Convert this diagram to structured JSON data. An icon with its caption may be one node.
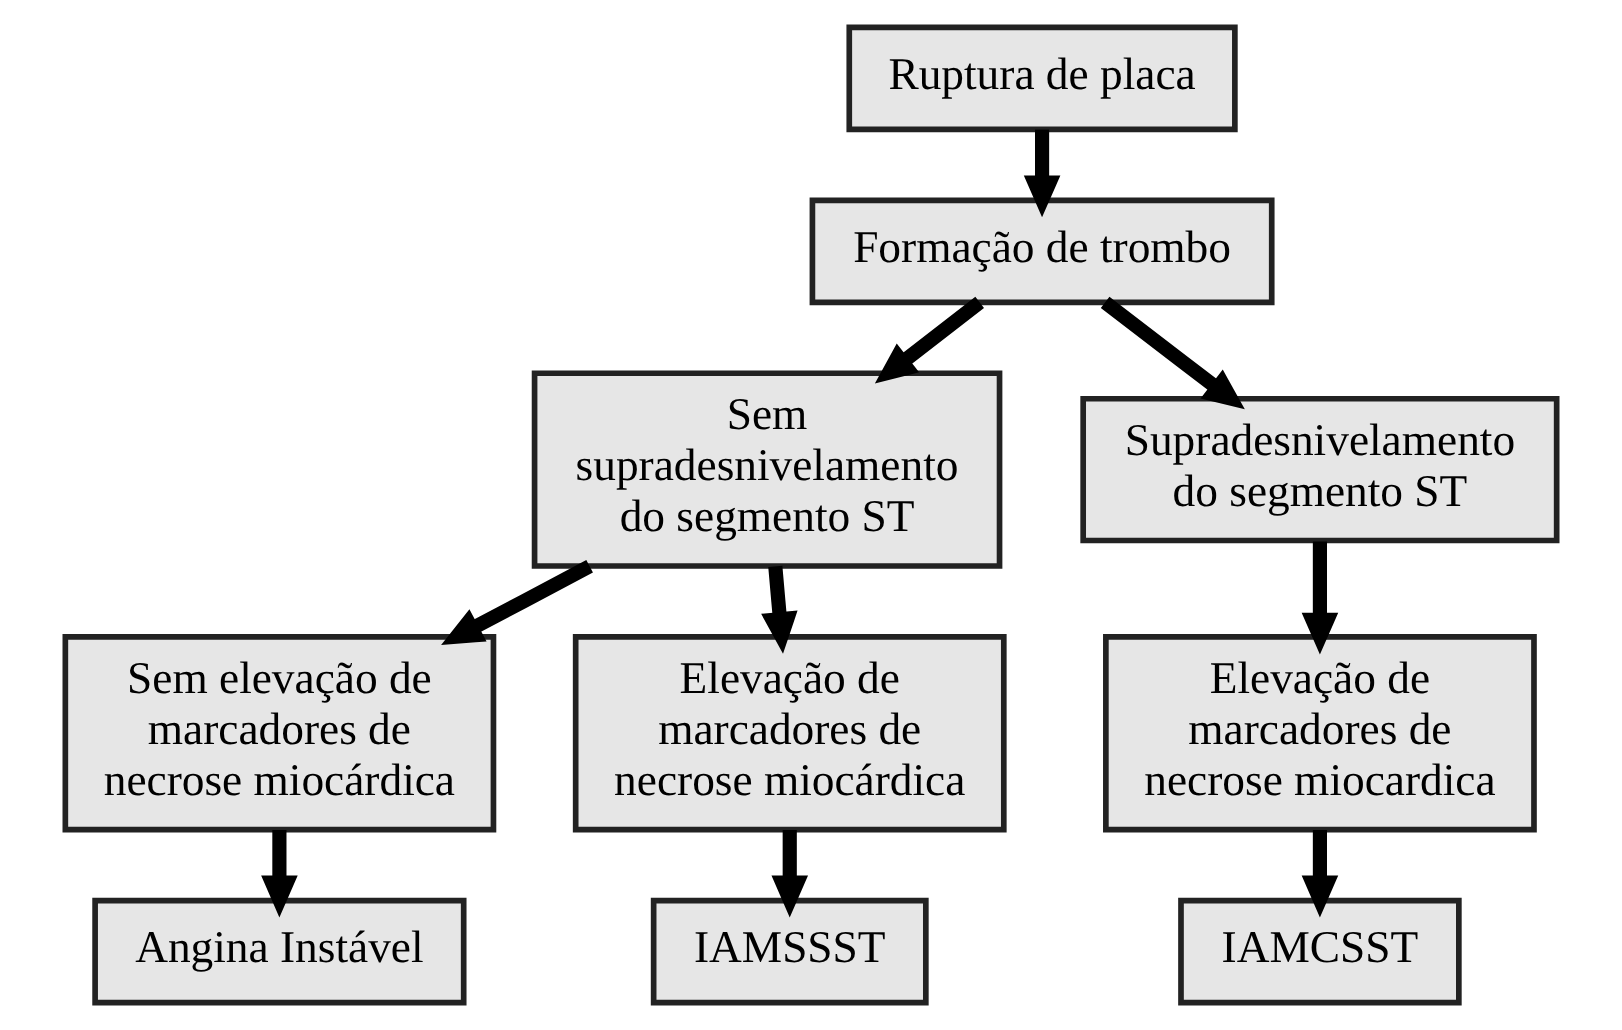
{
  "diagram": {
    "nodes": [
      {
        "text": [
          "Ruptura de placa"
        ]
      },
      {
        "text": [
          "Formação de trombo"
        ]
      },
      {
        "text": [
          "Sem supradesnivelamento do segmento ST"
        ]
      },
      {
        "text": [
          "Supradesnivelamento do segmento ST"
        ]
      },
      {
        "text": [
          "Sem elevação de marcadores de necrose miocárdica"
        ]
      },
      {
        "text": [
          "Elevação de marcadores de necrose miocárdica"
        ]
      },
      {
        "text": [
          "Elevação de marcadores de necrose miocardica"
        ]
      },
      {
        "text": [
          "Angina Instável"
        ]
      },
      {
        "text": [
          "IAMSSST"
        ]
      },
      {
        "text": [
          "IAMCSST"
        ]
      }
    ],
    "edges": [
      {
        "from": 0,
        "to": 1,
        "arrow": "to"
      },
      {
        "from": 1,
        "to": 2,
        "arrow": "to"
      },
      {
        "from": 1,
        "to": 3,
        "arrow": "to"
      },
      {
        "from": 2,
        "to": 4,
        "arrow": "to"
      },
      {
        "from": 2,
        "to": 5,
        "arrow": "to"
      },
      {
        "from": 3,
        "to": 6,
        "arrow": "to"
      },
      {
        "from": 4,
        "to": 7,
        "arrow": "to"
      },
      {
        "from": 5,
        "to": 8,
        "arrow": "to"
      },
      {
        "from": 6,
        "to": 9,
        "arrow": "to"
      }
    ]
  }
}
